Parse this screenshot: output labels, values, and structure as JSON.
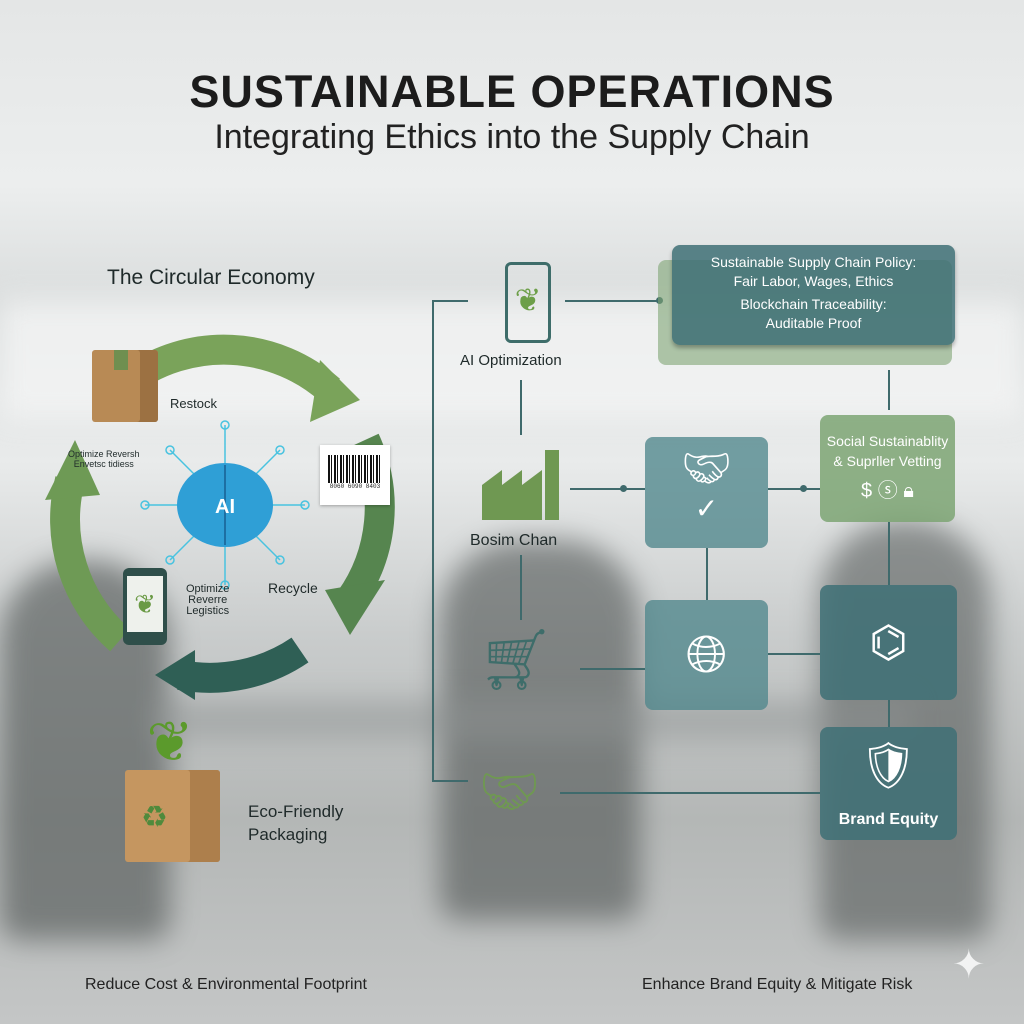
{
  "header": {
    "title": "SUSTAINABLE OPERATIONS",
    "subtitle": "Integrating Ethics into the Supply Chain"
  },
  "left": {
    "section_title": "The Circular Economy",
    "restock": "Restock",
    "optimize_top": [
      "Optimize Reversh",
      "Envetsc tidiess"
    ],
    "ai_label": "AI",
    "barcode_text": "8060 6090 8403",
    "optimize_bottom": [
      "Optimize",
      "Reverre",
      "Legistics"
    ],
    "recycle": "Recycle",
    "packaging": [
      "Eco-Friendly",
      "Packaging"
    ]
  },
  "right": {
    "ai_optimization": "AI Optimization",
    "bosim_chan": "Bosim Chan",
    "policy_box": {
      "line1": "Sustainable Supply Chain Policy:",
      "line2": "Fair Labor, Wages, Ethics",
      "line3": "Blockchain Traceability:",
      "line4": "Auditable Proof"
    },
    "social_box": [
      "Social Sustainablity",
      "& Suprller Vetting"
    ],
    "brand_equity": "Brand Equity"
  },
  "footer": {
    "left": "Reduce Cost & Environmental Footprint",
    "right": "Enhance Brand Equity & Mitigate Risk"
  },
  "colors": {
    "teal": "#3e7076",
    "green": "#7da573",
    "arrow_dark": "#2f5f55",
    "arrow_light": "#7aa35a"
  }
}
